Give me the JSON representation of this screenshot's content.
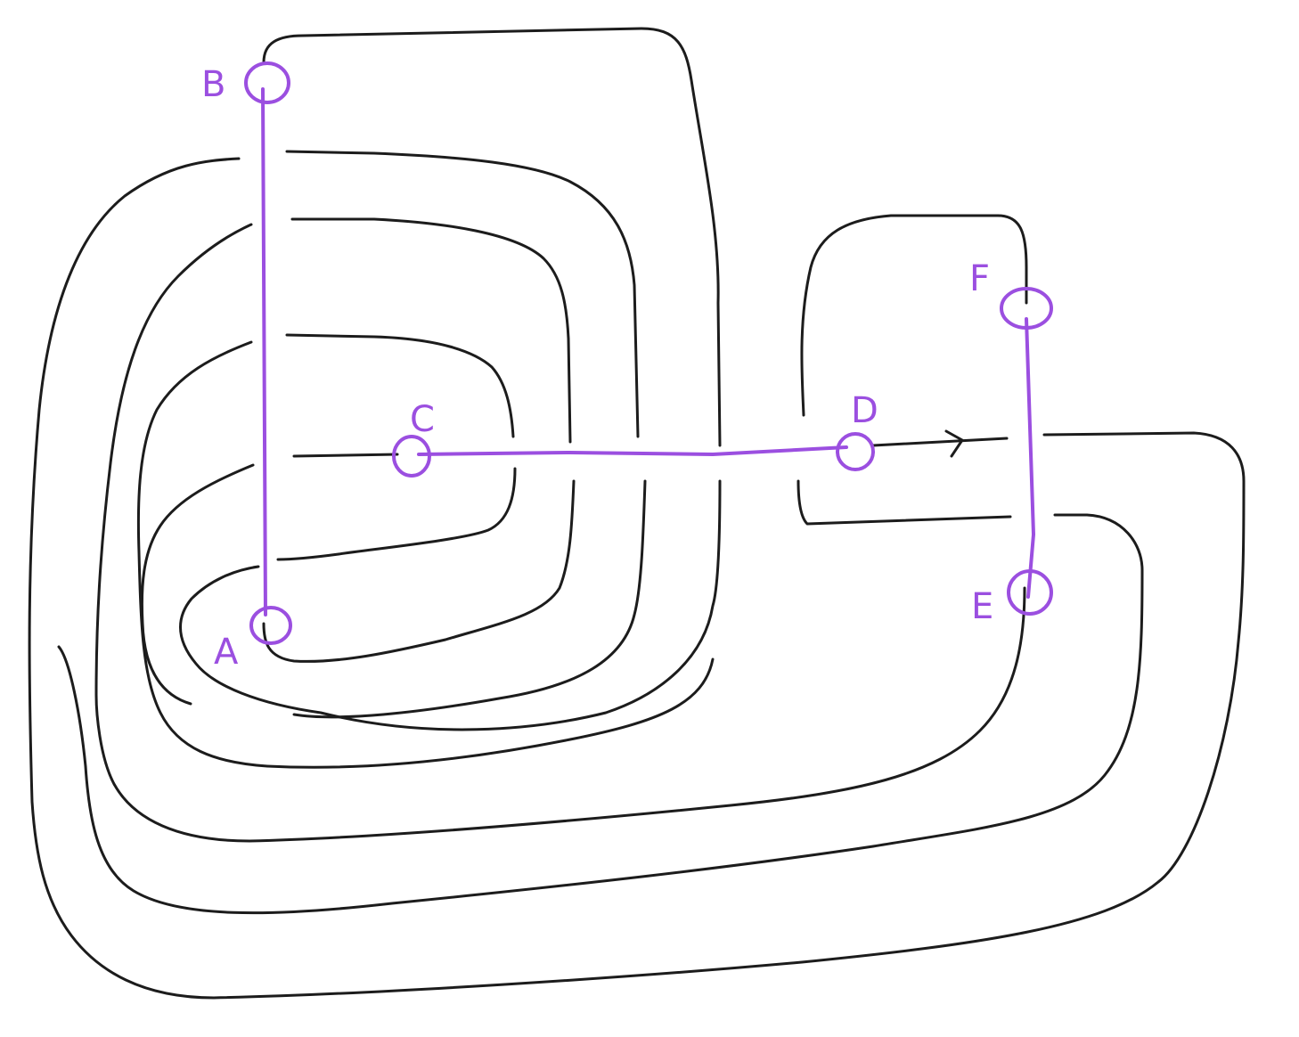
{
  "diagram": {
    "ink_color": "#1c1c1c",
    "highlight_color": "#9b4fe0",
    "points": [
      {
        "id": "A",
        "label": "A"
      },
      {
        "id": "B",
        "label": "B"
      },
      {
        "id": "C",
        "label": "C"
      },
      {
        "id": "D",
        "label": "D"
      },
      {
        "id": "E",
        "label": "E"
      },
      {
        "id": "F",
        "label": "F"
      }
    ],
    "purple_paths": [
      {
        "from": "B",
        "to": "A"
      },
      {
        "from": "C",
        "to": "D"
      },
      {
        "from": "F",
        "to": "E"
      }
    ],
    "direction_arrow": "arrow-right-icon"
  }
}
